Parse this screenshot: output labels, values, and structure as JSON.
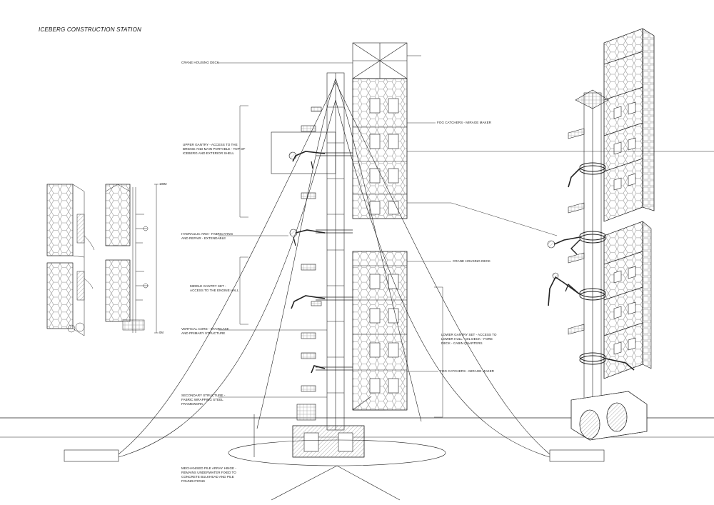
{
  "title": "ICEBERG CONSTRUCTION STATION",
  "labels": {
    "crane_top": "CRANE HOUSING DECK",
    "upper_gantry": "UPPER GANTRY - ACCESS TO THE BRIDGE AND MAIN PORTABLE - TOP OF ICEBERG AND EXTERIOR SHELL",
    "hydraulic_arm": "HYDRAULIC ARM - FABRICATING AND REPAIR - EXTENDABLE",
    "middle_gantry": "MIDDLE GANTRY SET - ACCESS TO THE ENGINE HALL",
    "vertical_core": "VERTICAL CORE - STAIRCASE AND PRIMARY STRUCTURE",
    "secondary_structure": "SECONDARY STRUCTURE - FABRIC WRAPPING STEEL FRAMEWORK",
    "pile_base": "MECHANISED PILE ARRAY HINGE - REMAINS UNDERWATER FIXED TO CONCRETE BULKHEAD AND PILE FOUNDATIONS",
    "fog_top": "FOG CATCHERS - MIRAGE MAKER",
    "crane_mid": "CRANE HOUSING DECK",
    "lower_gantry": "LOWER GANTRY SET - ACCESS TO LOWER HULL - OIL DECK - FORE DECK - CABIN QUARTERS",
    "fog_bottom": "FOG CATCHERS - MIRAGE MAKER"
  },
  "scale": {
    "top": "180m",
    "bottom": "0m"
  },
  "colors": {
    "ink": "#111111",
    "panel": "#f4f4f4",
    "hatch": "#9a9a9a"
  }
}
